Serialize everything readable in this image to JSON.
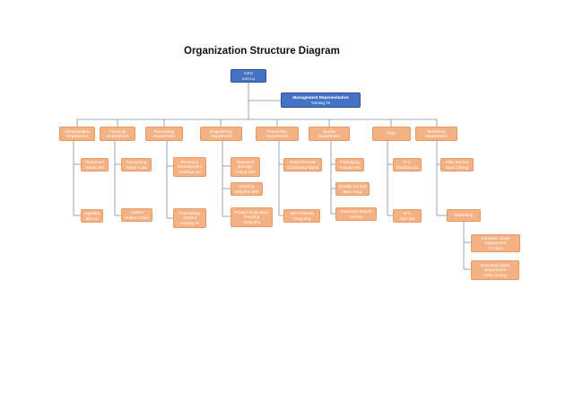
{
  "title": "Organization Structure Diagram",
  "ceo": {
    "role": "CEO",
    "name": "Leo Lu"
  },
  "mgmt_rep": {
    "role": "Management Representative",
    "name": "Yuming Ye"
  },
  "departments": {
    "admin": "Administration Department",
    "financial": "Financial Department",
    "purchasing": "Purchasing Department",
    "engineering": "Engineering Department",
    "production": "Production Department",
    "quality": "Quality Department",
    "pmc": "PMC",
    "marketing": "Marketing Department"
  },
  "units": {
    "personnel": {
      "role": "Personnel",
      "name": "Jeneiy Mo"
    },
    "logistics": {
      "role": "Logistics",
      "name": "Bin Liu"
    },
    "accounting": {
      "role": "Accounting",
      "name": "Yanyin Liao"
    },
    "cashier": {
      "role": "Cashier",
      "name": "Kuihen Chen"
    },
    "resource_dev": {
      "role": "Resource Development",
      "name": "Xiaohua Liu"
    },
    "purchasing_control": {
      "role": "Purchasing Control",
      "name": "Yuming Ye"
    },
    "research_design": {
      "role": "Research &design",
      "name": "Yuduo Wei"
    },
    "drawing": {
      "role": "Drawing",
      "name": "Mingzhe Wei"
    },
    "product_eval": {
      "role": "Product Evaluation Tracking",
      "name": "Yong Zhu"
    },
    "dried_process": {
      "role": "Dried Process",
      "name": "Chunxiang Wang"
    },
    "wet_process": {
      "role": "Wet Process",
      "name": "Yong Zhu"
    },
    "packaging": {
      "role": "Packaging",
      "name": "Yuquan Mo"
    },
    "quality_control": {
      "role": "Quality Control",
      "name": "Biao Yang"
    },
    "customer_report": {
      "role": "Customer Report",
      "name": "YanTan"
    },
    "pc": {
      "role": "P C",
      "name": "Xiaohua Liu"
    },
    "mc": {
      "role": "M C",
      "name": "Ziyu Ma"
    },
    "after_service": {
      "role": "After Service",
      "name": "Saas Chang"
    },
    "marketing_sub": {
      "role": "Marketing",
      "name": ""
    },
    "domestic_sales": {
      "role": "Domestic Sales Department",
      "name": "Yi Chen"
    },
    "overseas_sales": {
      "role": "Overseas Sales Department",
      "name": "Holly Huang"
    }
  },
  "colors": {
    "blue": "#4472c4",
    "orange": "#f4b183",
    "line": "#7f8fa6"
  }
}
